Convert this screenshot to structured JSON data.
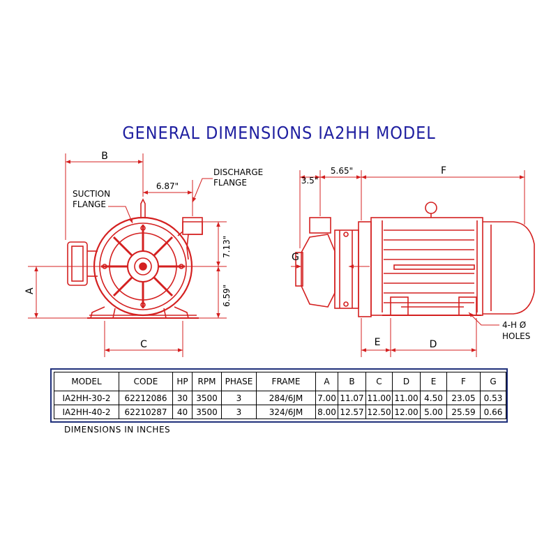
{
  "title": "GENERAL DIMENSIONS IA2HH MODEL",
  "colors": {
    "title": "#1f1fa0",
    "pump_body": "#d42020",
    "dimension_lines": "#d42020",
    "table_border": "#1f2f7a"
  },
  "front_view": {
    "label_b": "B",
    "dim_687": "6.87\"",
    "discharge_flange": [
      "DISCHARGE",
      "FLANGE"
    ],
    "suction_flange": [
      "SUCTION",
      "FLANGE"
    ],
    "dim_713": "7.13\"",
    "dim_659": "6.59\"",
    "label_a": "A",
    "label_c": "C"
  },
  "side_view": {
    "dim_35": "3.5\"",
    "dim_565": "5.65\"",
    "label_f": "F",
    "label_g": "G",
    "holes": [
      "4-H Ø",
      "HOLES"
    ],
    "label_e": "E",
    "label_d": "D"
  },
  "table": {
    "headers": [
      "MODEL",
      "CODE",
      "HP",
      "RPM",
      "PHASE",
      "FRAME",
      "A",
      "B",
      "C",
      "D",
      "E",
      "F",
      "G"
    ],
    "rows": [
      [
        "IA2HH-30-2",
        "62212086",
        "30",
        "3500",
        "3",
        "284/6JM",
        "7.00",
        "11.07",
        "11.00",
        "11.00",
        "4.50",
        "23.05",
        "0.53"
      ],
      [
        "IA2HH-40-2",
        "62210287",
        "40",
        "3500",
        "3",
        "324/6JM",
        "8.00",
        "12.57",
        "12.50",
        "12.00",
        "5.00",
        "25.59",
        "0.66"
      ]
    ]
  },
  "note": "DIMENSIONS IN INCHES"
}
